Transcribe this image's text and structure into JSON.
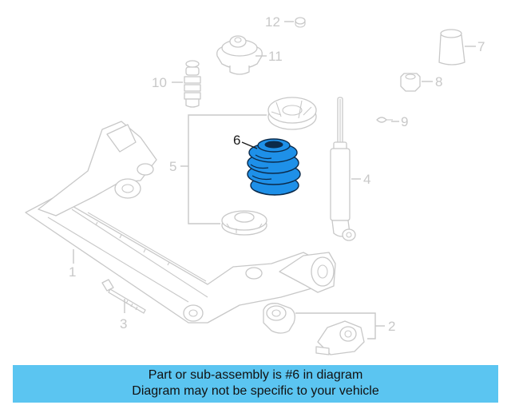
{
  "callouts": [
    {
      "id": "1",
      "label": "1"
    },
    {
      "id": "2",
      "label": "2"
    },
    {
      "id": "3",
      "label": "3"
    },
    {
      "id": "4",
      "label": "4"
    },
    {
      "id": "5",
      "label": "5"
    },
    {
      "id": "6",
      "label": "6"
    },
    {
      "id": "7",
      "label": "7"
    },
    {
      "id": "8",
      "label": "8"
    },
    {
      "id": "9",
      "label": "9"
    },
    {
      "id": "10",
      "label": "10"
    },
    {
      "id": "11",
      "label": "11"
    },
    {
      "id": "12",
      "label": "12"
    }
  ],
  "highlighted_part": "6",
  "highlight_color": "#1e90e8",
  "banner": {
    "line1": "Part or sub-assembly is #6 in diagram",
    "line2": "Diagram may not be specific to your vehicle",
    "background": "#5bc5f1"
  }
}
